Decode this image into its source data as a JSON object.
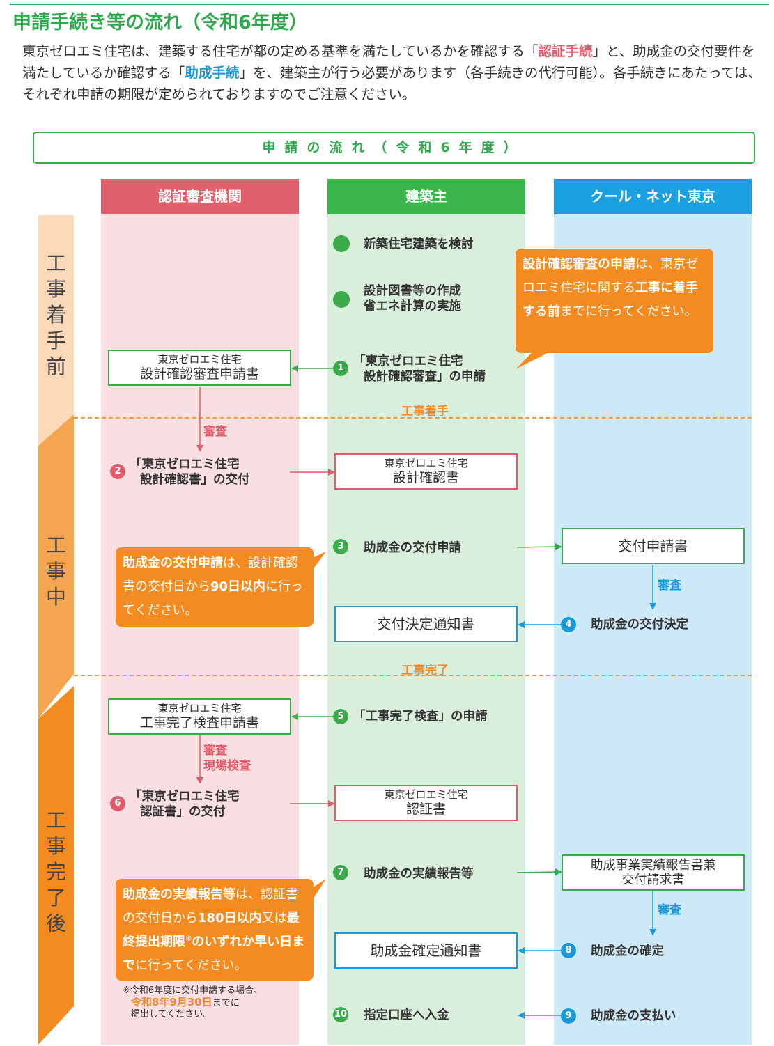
{
  "page_title": "申請手続き等の流れ（令和6年度）",
  "intro": {
    "p1": "東京ゼロエミ住宅は、建築する住宅が都の定める基準を満たしているかを確認する「",
    "kw1": "認証手続",
    "p2": "」と、助成金の交付要件を満たしているか確認する「",
    "kw2": "助成手続",
    "p3": "」を、建築主が行う必要があります（各手続きの代行可能）。各手続きにあたっては、それぞれ申請の期限が定められておりますのでご注意ください。"
  },
  "flow_title": "申請の流れ（令和6年度）",
  "columns": {
    "certification": "認証審査機関",
    "owner": "建築主",
    "coolnet": "クール・ネット東京"
  },
  "phases": {
    "before": "工事着手前",
    "during": "工事中",
    "after": "工事完了後"
  },
  "milestones": {
    "start": "工事着手",
    "complete": "工事完了"
  },
  "owner_steps": {
    "consider": "新築住宅建築を検討",
    "prepare_1": "設計図書等の作成",
    "prepare_2": "省エネ計算の実施",
    "s1_1": "「東京ゼロエミ住宅",
    "s1_2": "設計確認審査」の申請",
    "s3": "助成金の交付申請",
    "s5": "「工事完了検査」の申請",
    "s7": "助成金の実績報告等",
    "s10": "指定口座へ入金"
  },
  "cert_steps": {
    "s2_1": "「東京ゼロエミ住宅",
    "s2_2": "設計確認書」の交付",
    "s6_1": "「東京ゼロエミ住宅",
    "s6_2": "認証書」の交付"
  },
  "coolnet_steps": {
    "s4": "助成金の交付決定",
    "s8": "助成金の確定",
    "s9": "助成金の支払い"
  },
  "numbers": [
    "1",
    "2",
    "3",
    "4",
    "5",
    "6",
    "7",
    "8",
    "9",
    "10"
  ],
  "documents": {
    "design_app_1": "東京ゼロエミ住宅",
    "design_app_2": "設計確認審査申請書",
    "design_cert_1": "東京ゼロエミ住宅",
    "design_cert_2": "設計確認書",
    "grant_app": "交付申請書",
    "grant_decision": "交付決定通知書",
    "completion_app_1": "東京ゼロエミ住宅",
    "completion_app_2": "工事完了検査申請書",
    "certificate_1": "東京ゼロエミ住宅",
    "certificate_2": "認証書",
    "report_1": "助成事業実績報告書兼",
    "report_2": "交付請求書",
    "grant_confirm": "助成金確定通知書"
  },
  "reviews": {
    "review": "審査",
    "site_inspection": "現場検査"
  },
  "callouts": {
    "c1_a": "設計確認審査の申請",
    "c1_b": "は、東京ゼロエミ住宅に関する",
    "c1_c": "工事に着手する前",
    "c1_d": "までに行ってください。",
    "c2_a": "助成金の交付申請",
    "c2_b": "は、設計確認書の交付日から",
    "c2_c": "90日以内",
    "c2_d": "に行ってください。",
    "c3_a": "助成金の実績報告等",
    "c3_b": "は、認証書の交付日から",
    "c3_c": "180日以内",
    "c3_d": "又は",
    "c3_e": "最終提出期限",
    "c3_f": "※",
    "c3_g": "のいずれか早い日まで",
    "c3_h": "に行ってください。"
  },
  "footnote": {
    "line1": "※令和6年度に交付申請する場合、",
    "deadline": "令和8年9月30日",
    "line2": "までに",
    "line3": "提出してください。"
  },
  "colors": {
    "green": "#3aaa4a",
    "red": "#e35a6a",
    "blue": "#1a9ad8",
    "orange": "#f38b20"
  }
}
